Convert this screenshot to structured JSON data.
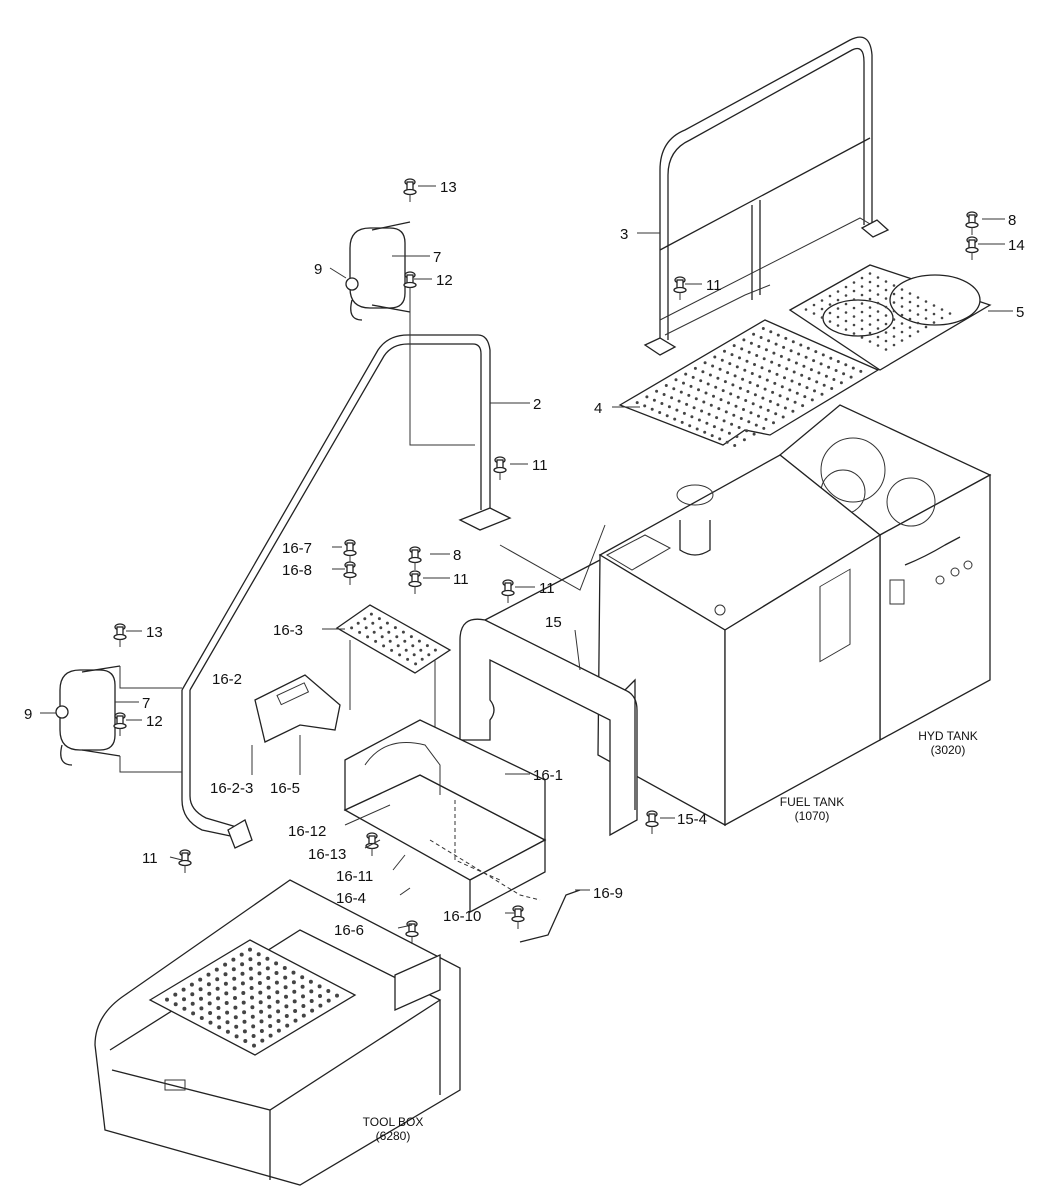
{
  "diagram": {
    "part_labels": {
      "p13_top": "13",
      "p7_top": "7",
      "p9_top": "9",
      "p12_top": "12",
      "p2": "2",
      "p11_rail2": "11",
      "p3": "3",
      "p11_rail3": "11",
      "p8_right": "8",
      "p14": "14",
      "p5": "5",
      "p4": "4",
      "p16_7": "16-7",
      "p16_8": "16-8",
      "p8_mid": "8",
      "p11_mid": "11",
      "p11_cover": "11",
      "p15": "15",
      "p16_3": "16-3",
      "p13_left": "13",
      "p16_2": "16-2",
      "p9_left": "9",
      "p7_left": "7",
      "p12_left": "12",
      "p16_2_3": "16-2-3",
      "p16_5": "16-5",
      "p16_1": "16-1",
      "p16_12": "16-12",
      "p16_13": "16-13",
      "p16_11": "16-11",
      "p16_4": "16-4",
      "p16_6": "16-6",
      "p16_10": "16-10",
      "p16_9": "16-9",
      "p15_4": "15-4",
      "p11_bottom": "11"
    },
    "assemblies": {
      "fuel_tank": {
        "name": "FUEL TANK",
        "code": "(1070)"
      },
      "hyd_tank": {
        "name": "HYD TANK",
        "code": "(3020)"
      },
      "tool_box": {
        "name": "TOOL BOX",
        "code": "(6280)"
      }
    }
  }
}
